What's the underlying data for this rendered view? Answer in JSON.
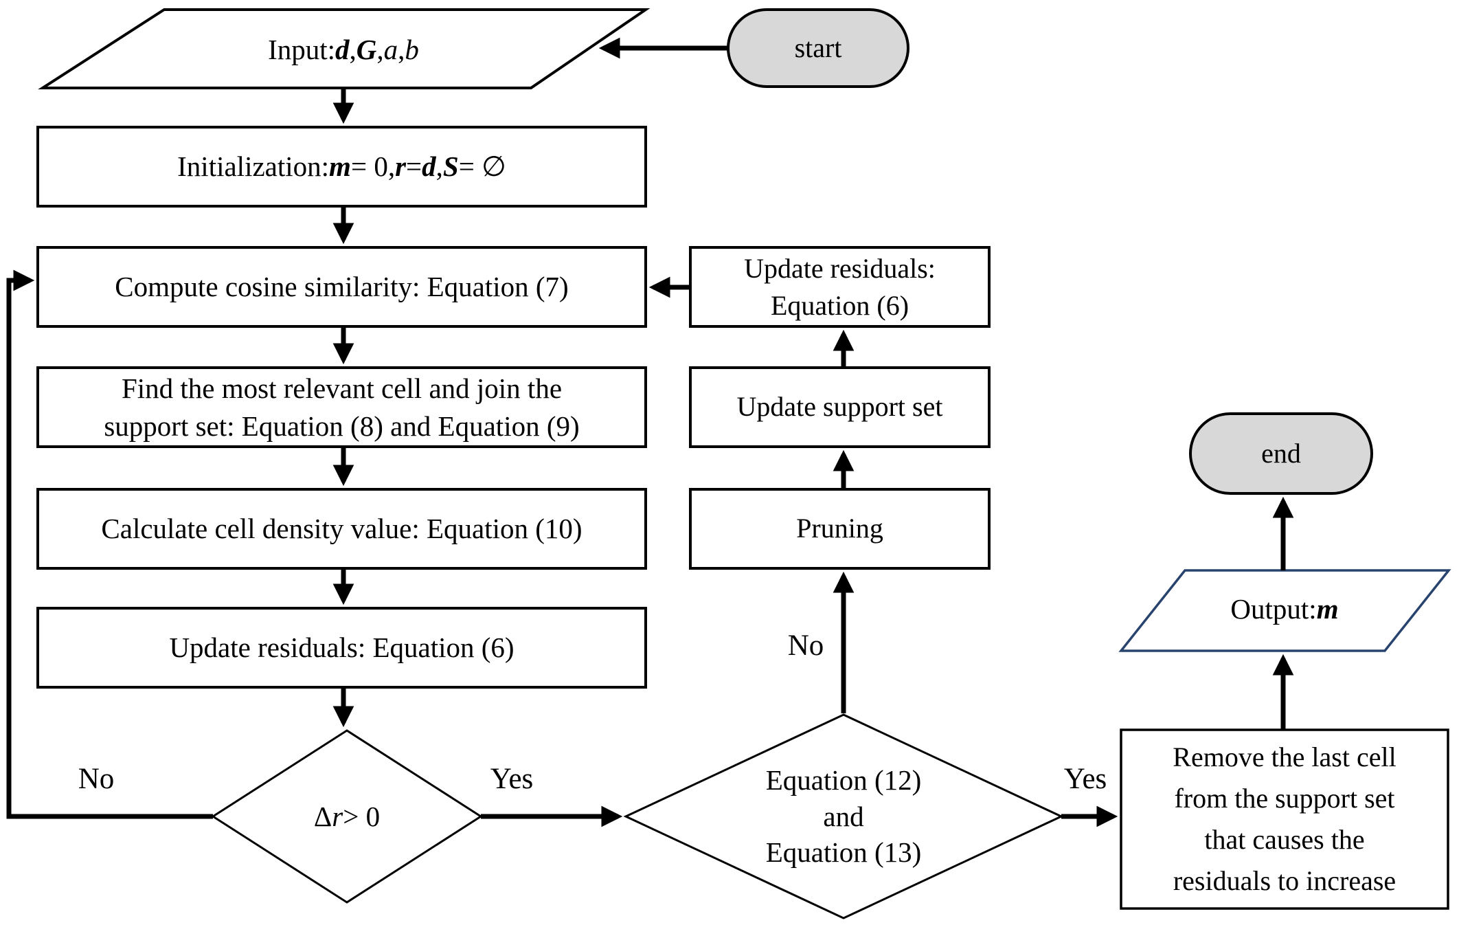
{
  "figure": {
    "type": "flowchart",
    "description": "Greedy sparse-recovery algorithm flowchart"
  },
  "colors": {
    "background": "#ffffff",
    "shape_fill": "#ffffff",
    "terminator_fill": "#d8d8d8",
    "line": "#000000",
    "output_parallelogram_stroke": "#28436e"
  },
  "nodes": {
    "start": {
      "label": "start"
    },
    "end": {
      "label": "end"
    },
    "input": {
      "parts": [
        {
          "text": "Input: ",
          "style": "plain"
        },
        {
          "text": "d",
          "style": "bi"
        },
        {
          "text": ", ",
          "style": "plain"
        },
        {
          "text": "G",
          "style": "bi"
        },
        {
          "text": ", ",
          "style": "plain"
        },
        {
          "text": "a",
          "style": "i"
        },
        {
          "text": ", ",
          "style": "plain"
        },
        {
          "text": "b",
          "style": "i"
        }
      ]
    },
    "initialization": {
      "parts": [
        {
          "text": "Initialization: ",
          "style": "plain"
        },
        {
          "text": "m",
          "style": "bi"
        },
        {
          "text": " = 0, ",
          "style": "plain"
        },
        {
          "text": "r",
          "style": "bi"
        },
        {
          "text": " = ",
          "style": "plain"
        },
        {
          "text": "d",
          "style": "bi"
        },
        {
          "text": ", ",
          "style": "plain"
        },
        {
          "text": "S",
          "style": "bi"
        },
        {
          "text": " = ∅",
          "style": "plain"
        }
      ]
    },
    "compute_cosine": {
      "label": "Compute cosine similarity: Equation (7)"
    },
    "find_cell": {
      "lines": [
        "Find the most relevant cell and join the",
        "support set: Equation (8) and Equation (9)"
      ]
    },
    "cell_density": {
      "label": "Calculate cell density value: Equation (10)"
    },
    "update_residuals_left": {
      "label": "Update residuals: Equation (6)"
    },
    "decision_delta_r": {
      "parts": [
        {
          "text": "Δ",
          "style": "plain"
        },
        {
          "text": "r",
          "style": "i"
        },
        {
          "text": " > 0",
          "style": "plain"
        }
      ]
    },
    "decision_equations": {
      "lines": [
        "Equation (12)",
        "and",
        "Equation (13)"
      ]
    },
    "pruning": {
      "label": "Pruning"
    },
    "update_support_set": {
      "label": "Update support set"
    },
    "update_residuals_right": {
      "lines": [
        "Update residuals:",
        "Equation (6)"
      ]
    },
    "remove_last_cell": {
      "lines": [
        "Remove the last cell",
        "from the support set",
        "that causes the",
        "residuals to increase"
      ]
    },
    "output": {
      "parts": [
        {
          "text": "Output: ",
          "style": "plain"
        },
        {
          "text": "m",
          "style": "bi"
        }
      ]
    }
  },
  "edge_labels": {
    "no_loop": "No",
    "yes_mid": "Yes",
    "no_up": "No",
    "yes_right": "Yes"
  }
}
